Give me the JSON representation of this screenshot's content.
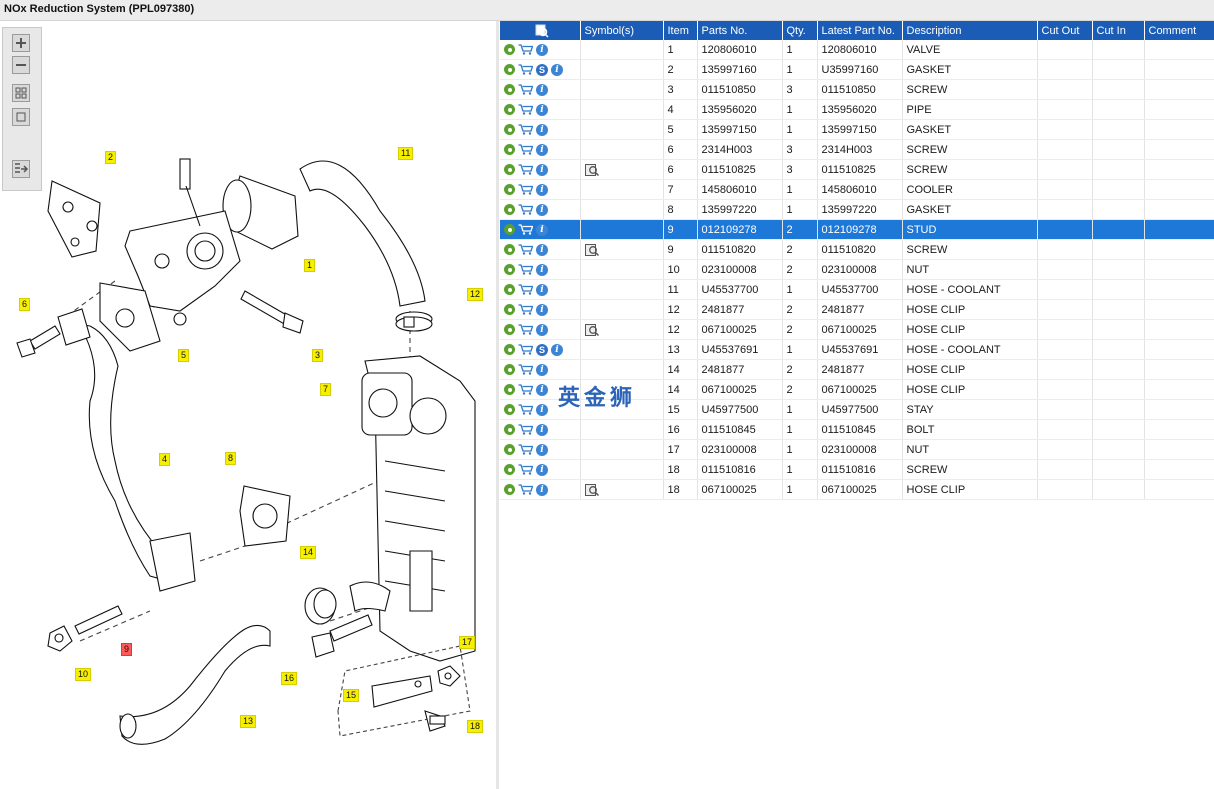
{
  "window": {
    "title": "NOx Reduction System (PPL097380)"
  },
  "toolbar": {
    "buttons": [
      "zoom-in",
      "zoom-out",
      "fit-all",
      "actual-size",
      "export"
    ]
  },
  "grid": {
    "header_icon": "search-grid-icon",
    "columns": [
      "",
      "Symbol(s)",
      "Item",
      "Parts No.",
      "Qty.",
      "Latest Part No.",
      "Description",
      "Cut Out",
      "Cut In",
      "Comment"
    ],
    "selected_index": 9,
    "rows": [
      {
        "s": false,
        "sym": false,
        "item": "1",
        "part": "120806010",
        "qty": "1",
        "latest": "120806010",
        "desc": "VALVE"
      },
      {
        "s": true,
        "sym": false,
        "item": "2",
        "part": "135997160",
        "qty": "1",
        "latest": "U35997160",
        "desc": "GASKET"
      },
      {
        "s": false,
        "sym": false,
        "item": "3",
        "part": "011510850",
        "qty": "3",
        "latest": "011510850",
        "desc": "SCREW"
      },
      {
        "s": false,
        "sym": false,
        "item": "4",
        "part": "135956020",
        "qty": "1",
        "latest": "135956020",
        "desc": "PIPE"
      },
      {
        "s": false,
        "sym": false,
        "item": "5",
        "part": "135997150",
        "qty": "1",
        "latest": "135997150",
        "desc": "GASKET"
      },
      {
        "s": false,
        "sym": false,
        "item": "6",
        "part": "2314H003",
        "qty": "3",
        "latest": "2314H003",
        "desc": "SCREW"
      },
      {
        "s": false,
        "sym": true,
        "item": "6",
        "part": "011510825",
        "qty": "3",
        "latest": "011510825",
        "desc": "SCREW"
      },
      {
        "s": false,
        "sym": false,
        "item": "7",
        "part": "145806010",
        "qty": "1",
        "latest": "145806010",
        "desc": "COOLER"
      },
      {
        "s": false,
        "sym": false,
        "item": "8",
        "part": "135997220",
        "qty": "1",
        "latest": "135997220",
        "desc": "GASKET"
      },
      {
        "s": false,
        "sym": false,
        "item": "9",
        "part": "012109278",
        "qty": "2",
        "latest": "012109278",
        "desc": "STUD"
      },
      {
        "s": false,
        "sym": true,
        "item": "9",
        "part": "011510820",
        "qty": "2",
        "latest": "011510820",
        "desc": "SCREW"
      },
      {
        "s": false,
        "sym": false,
        "item": "10",
        "part": "023100008",
        "qty": "2",
        "latest": "023100008",
        "desc": "NUT"
      },
      {
        "s": false,
        "sym": false,
        "item": "11",
        "part": "U45537700",
        "qty": "1",
        "latest": "U45537700",
        "desc": "HOSE - COOLANT"
      },
      {
        "s": false,
        "sym": false,
        "item": "12",
        "part": "2481877",
        "qty": "2",
        "latest": "2481877",
        "desc": "HOSE CLIP"
      },
      {
        "s": false,
        "sym": true,
        "item": "12",
        "part": "067100025",
        "qty": "2",
        "latest": "067100025",
        "desc": "HOSE CLIP"
      },
      {
        "s": true,
        "sym": false,
        "item": "13",
        "part": "U45537691",
        "qty": "1",
        "latest": "U45537691",
        "desc": "HOSE - COOLANT"
      },
      {
        "s": false,
        "sym": false,
        "item": "14",
        "part": "2481877",
        "qty": "2",
        "latest": "2481877",
        "desc": "HOSE CLIP"
      },
      {
        "s": false,
        "sym": false,
        "item": "14",
        "part": "067100025",
        "qty": "2",
        "latest": "067100025",
        "desc": "HOSE CLIP"
      },
      {
        "s": false,
        "sym": false,
        "item": "15",
        "part": "U45977500",
        "qty": "1",
        "latest": "U45977500",
        "desc": "STAY"
      },
      {
        "s": false,
        "sym": false,
        "item": "16",
        "part": "011510845",
        "qty": "1",
        "latest": "011510845",
        "desc": "BOLT"
      },
      {
        "s": false,
        "sym": false,
        "item": "17",
        "part": "023100008",
        "qty": "1",
        "latest": "023100008",
        "desc": "NUT"
      },
      {
        "s": false,
        "sym": false,
        "item": "18",
        "part": "011510816",
        "qty": "1",
        "latest": "011510816",
        "desc": "SCREW"
      },
      {
        "s": false,
        "sym": true,
        "item": "18",
        "part": "067100025",
        "qty": "1",
        "latest": "067100025",
        "desc": "HOSE CLIP"
      }
    ]
  },
  "diagram": {
    "callouts": [
      "1",
      "2",
      "3",
      "4",
      "5",
      "6",
      "7",
      "8",
      "9",
      "10",
      "11",
      "12",
      "13",
      "14",
      "15",
      "16",
      "17",
      "18"
    ],
    "highlighted_callout": "9"
  },
  "watermark": "英金狮",
  "colors": {
    "header": "#1b5db6",
    "selection": "#1e78d8",
    "callout": "#f7ef00",
    "callout_selected": "#ff5a5a"
  }
}
